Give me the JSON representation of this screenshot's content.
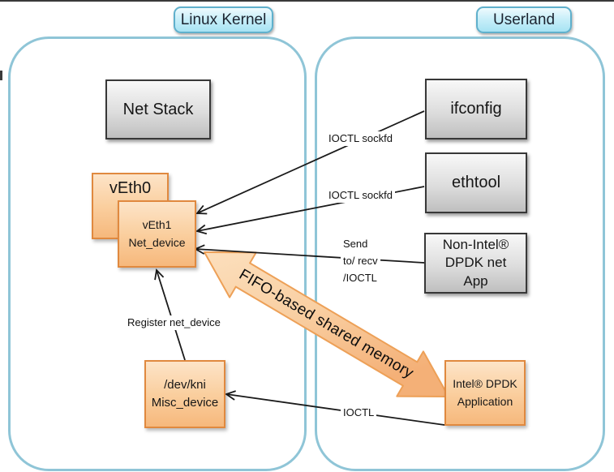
{
  "regions": {
    "kernel": "Linux Kernel",
    "userland": "Userland"
  },
  "nodes": {
    "net_stack": "Net Stack",
    "ifconfig": "ifconfig",
    "ethtool": "ethtool",
    "non_intel": [
      "Non-Intel®",
      "DPDK net",
      "App"
    ],
    "veth0": "vEth0",
    "veth1": [
      "vEth1",
      "Net_device"
    ],
    "dev_kni": [
      "/dev/kni",
      "Misc_device"
    ],
    "intel_dpdk": [
      "Intel® DPDK",
      "Application"
    ]
  },
  "edges": {
    "ioctl_sockfd_ifconfig": "IOCTL sockfd",
    "ioctl_sockfd_ethtool": "IOCTL sockfd",
    "send_recv": [
      "Send",
      "to/ recv",
      "/IOCTL"
    ],
    "register_net_device": "Register net_device",
    "ioctl": "IOCTL",
    "fifo": "FIFO-based shared memory"
  },
  "colors": {
    "container_border": "#8fc5d7",
    "tab_fill": "#a7e3f3",
    "tab_border": "#5fb0cc",
    "gray_box_fill": "#dddddd",
    "gray_box_border": "#383838",
    "orange_box_fill": "#f6b87c",
    "orange_box_border": "#e0893f",
    "fifo_arrow_fill": "#f9cfa2",
    "fifo_arrow_border": "#eda057",
    "arrow_line": "#1a1a1a"
  }
}
